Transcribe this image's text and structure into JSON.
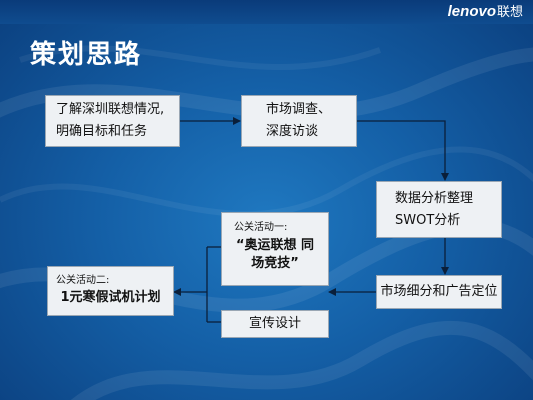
{
  "brand": {
    "logo_text": "lenovo",
    "logo_cn": "联想"
  },
  "slide": {
    "title": "策划思路"
  },
  "diagram": {
    "nodes": {
      "understand": {
        "lines": [
          "了解深圳联想情况,",
          "明确目标和任务"
        ]
      },
      "research": {
        "lines": [
          "市场调查、",
          "深度访谈"
        ]
      },
      "analysis": {
        "lines": [
          "数据分析整理",
          "SWOT分析"
        ]
      },
      "segment": {
        "lines": [
          "市场细分和广告定位"
        ]
      },
      "pr1": {
        "label": "公关活动一:",
        "lines": [
          "“奥运联想 同",
          "场竞技”"
        ]
      },
      "pr2": {
        "label": "公关活动二:",
        "lines": [
          "1元寒假试机计划"
        ]
      },
      "promo": {
        "lines": [
          "宣传设计"
        ]
      }
    }
  }
}
